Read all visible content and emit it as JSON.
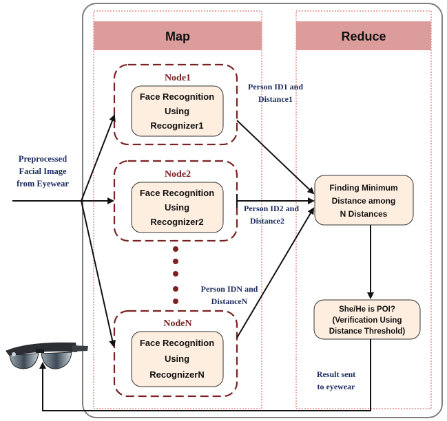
{
  "columns": {
    "map": "Map",
    "reduce": "Reduce"
  },
  "nodes": [
    {
      "title": "Node1",
      "lines": [
        "Face Recognition",
        "Using",
        "Recognizer1"
      ]
    },
    {
      "title": "Node2",
      "lines": [
        "Face Recognition",
        "Using",
        "Recognizer2"
      ]
    },
    {
      "title": "NodeN",
      "lines": [
        "Face Recognition",
        "Using",
        "RecognizerN"
      ]
    }
  ],
  "input_label": [
    "Preprocessed",
    "Facial Image",
    "from Eyewear"
  ],
  "edge_labels": {
    "node1": [
      "Person ID1 and",
      "Distance1"
    ],
    "node2": [
      "Person ID2 and",
      "Distance2"
    ],
    "nodeN": [
      "Person IDN and",
      "DistanceN"
    ]
  },
  "reduce_steps": {
    "find_min": [
      "Finding Minimum",
      "Distance  among",
      "N Distances"
    ],
    "verify": [
      "She/He is POI?",
      "(Verification Using",
      "Distance Threshold)"
    ]
  },
  "result_label": [
    "Result sent",
    "to eyewear"
  ],
  "colors": {
    "header_fill": "#dc9c9c",
    "dashed_border": "#7a2222",
    "process_fill": "#fdeee0",
    "node_title": "#7a2222",
    "label_text": "#1a2a5e",
    "dotted_border": "#e07070",
    "outer_border": "#808080"
  },
  "icons": {
    "eyewear": "smart-glasses-icon"
  }
}
